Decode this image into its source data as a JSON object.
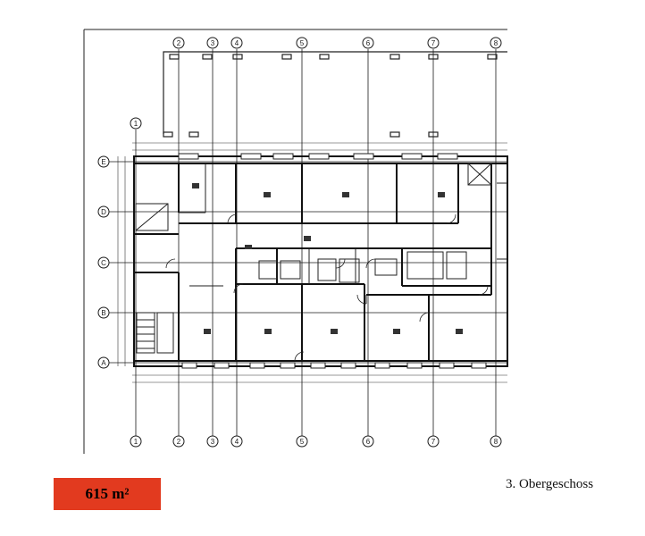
{
  "area_label": "615 m²",
  "floor_label": "3. Obergeschoss",
  "plan": {
    "column_axes": [
      "1",
      "2",
      "3",
      "4",
      "5",
      "6",
      "7",
      "8"
    ],
    "row_axes": [
      "E",
      "D",
      "C",
      "B",
      "A"
    ],
    "line_color": "#1a1a1a"
  }
}
